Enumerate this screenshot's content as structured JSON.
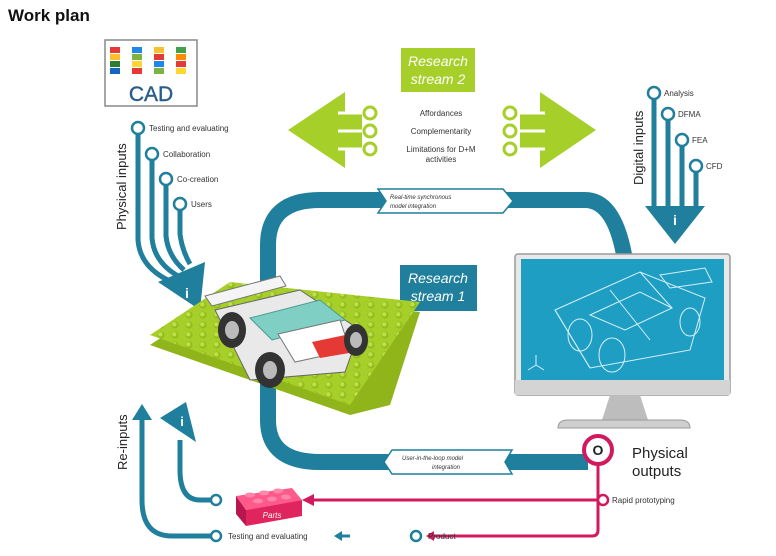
{
  "title": "Work plan",
  "cad_label": "CAD",
  "colors": {
    "teal": "#1f7f9c",
    "green": "#a6cf2a",
    "magenta": "#d3195e",
    "red_brick": "#e0245e",
    "monitor_screen": "#1f9ec4"
  },
  "research_stream_2": {
    "line1": "Research",
    "line2": "stream 2",
    "items": [
      "Affordances",
      "Complementarity",
      "Limitations for D+M",
      "activities"
    ]
  },
  "research_stream_1": {
    "line1": "Research",
    "line2": "stream 1"
  },
  "physical_inputs": {
    "label": "Physical inputs",
    "items": [
      "Testing and evaluating",
      "Collaboration",
      "Co-creation",
      "Users"
    ]
  },
  "digital_inputs": {
    "label": "Digital inputs",
    "items": [
      "Analysis",
      "DFMA",
      "FEA",
      "CFD"
    ]
  },
  "re_inputs": {
    "label": "Re-inputs"
  },
  "top_banner": {
    "line1": "Real-time synchronous",
    "line2": "model integration"
  },
  "bottom_banner": {
    "line1": "User-in-the-loop model",
    "line2": "integration"
  },
  "physical_outputs": {
    "line1": "Physical",
    "line2": "outputs",
    "badge": "O"
  },
  "outputs": {
    "rapid_prototyping": "Rapid prototyping",
    "product": "Product",
    "testing": "Testing and evaluating",
    "parts": "Parts"
  },
  "info_glyph": "i"
}
